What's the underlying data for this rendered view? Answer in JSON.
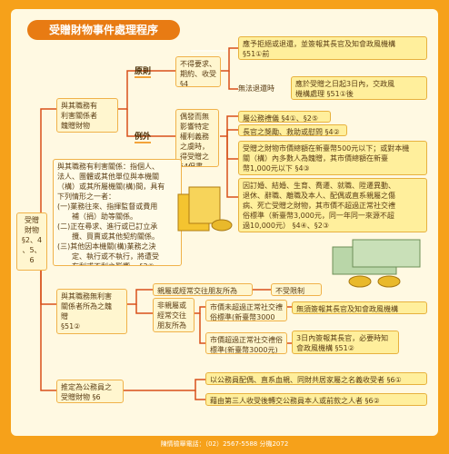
{
  "title": "受贈財物事件處理程序",
  "root": "受贈\n財物\n§2、4\n、5、6",
  "branch_interest": "與其職務有\n利害關係者\n餽贈財物",
  "tag_principle": "原則",
  "tag_exception": "例外",
  "no_request": "不得要求、\n期約、收受\n§4",
  "refuse": "應予拒絕或退還，並簽報其長官及知會政風機構\n§51①前",
  "cannot_return": "無法退還時",
  "within_3_days": "應於受贈之日起3日內，交政風\n機構處理 §51①後",
  "occasional": "偶發而無\n影響特定\n權利義務\n之虞時，\n得受贈之\n§4但書",
  "exc1": "屬公務禮儀 §4①、§2⑤",
  "exc2": "長官之獎勵、救助或慰問 §4②",
  "exc3": "受贈之財物市價總額在新臺幣500元以下；或對本機\n關（構）內多數人為餽贈，其市價總額在新臺\n幣1,000元以下 §4③",
  "exc4": "因訂婚、結婚、生育、喬遷、就職、陞遷異動、\n退休、辭職、離職及本人、配偶或直系親屬之傷\n病、死亡受贈之財物，其市價不超過正常社交禮\n俗標準（新臺幣3,000元，同一年同一來源不超\n過10,000元） §4④、§2③",
  "definition": "與其職務有利害關係：指個人、\n法人、團體或其他單位與本機關\n（構）或其所屬機關(構)間，具有\n下列情形之一者：\n(一)業務往來、指揮監督或費用\n　　補（捐）助等關係。\n(二)正在尋求、進行或已訂立承\n　　攬、買賣或其他契約關係。\n(三)其他因本機關(構)業務之決\n　　定、執行或不執行，將遭受\n　　有利或不利之影響。 §2②",
  "branch_non_interest": "與其職務無利害\n關係者所為之餽\n贈\n§51②",
  "relatives": "親屬或經常交往朋友所為",
  "no_limit": "不受限制",
  "non_relatives": "非親屬或\n經常交往\n朋友所為",
  "over_3000": "市價未超過正常社交禮\n俗標準(新臺幣3000元)",
  "no_report": "無須簽報其長官及知會政風機構",
  "over_3000b": "市價超過正常社交禮俗\n標準(新臺幣3000元)",
  "report_3days": "3日內簽報其長官，必要時知\n會政風機構 §51②",
  "branch_presumed": "推定為公務員之\n受贈財物 §6",
  "presumed1": "以公務員配偶、直系血親、同財共居家屬之名義收受者 §6①",
  "presumed2": "藉由第三人收受後轉交公務員本人或前款之人者 §6②",
  "footer": "陳情檢舉電話：（02）2567-5588 分機2072",
  "colors": {
    "background": "#f6a11a",
    "panel": "#fff9e2",
    "accent": "#e87b13",
    "line": "#d8501a"
  }
}
